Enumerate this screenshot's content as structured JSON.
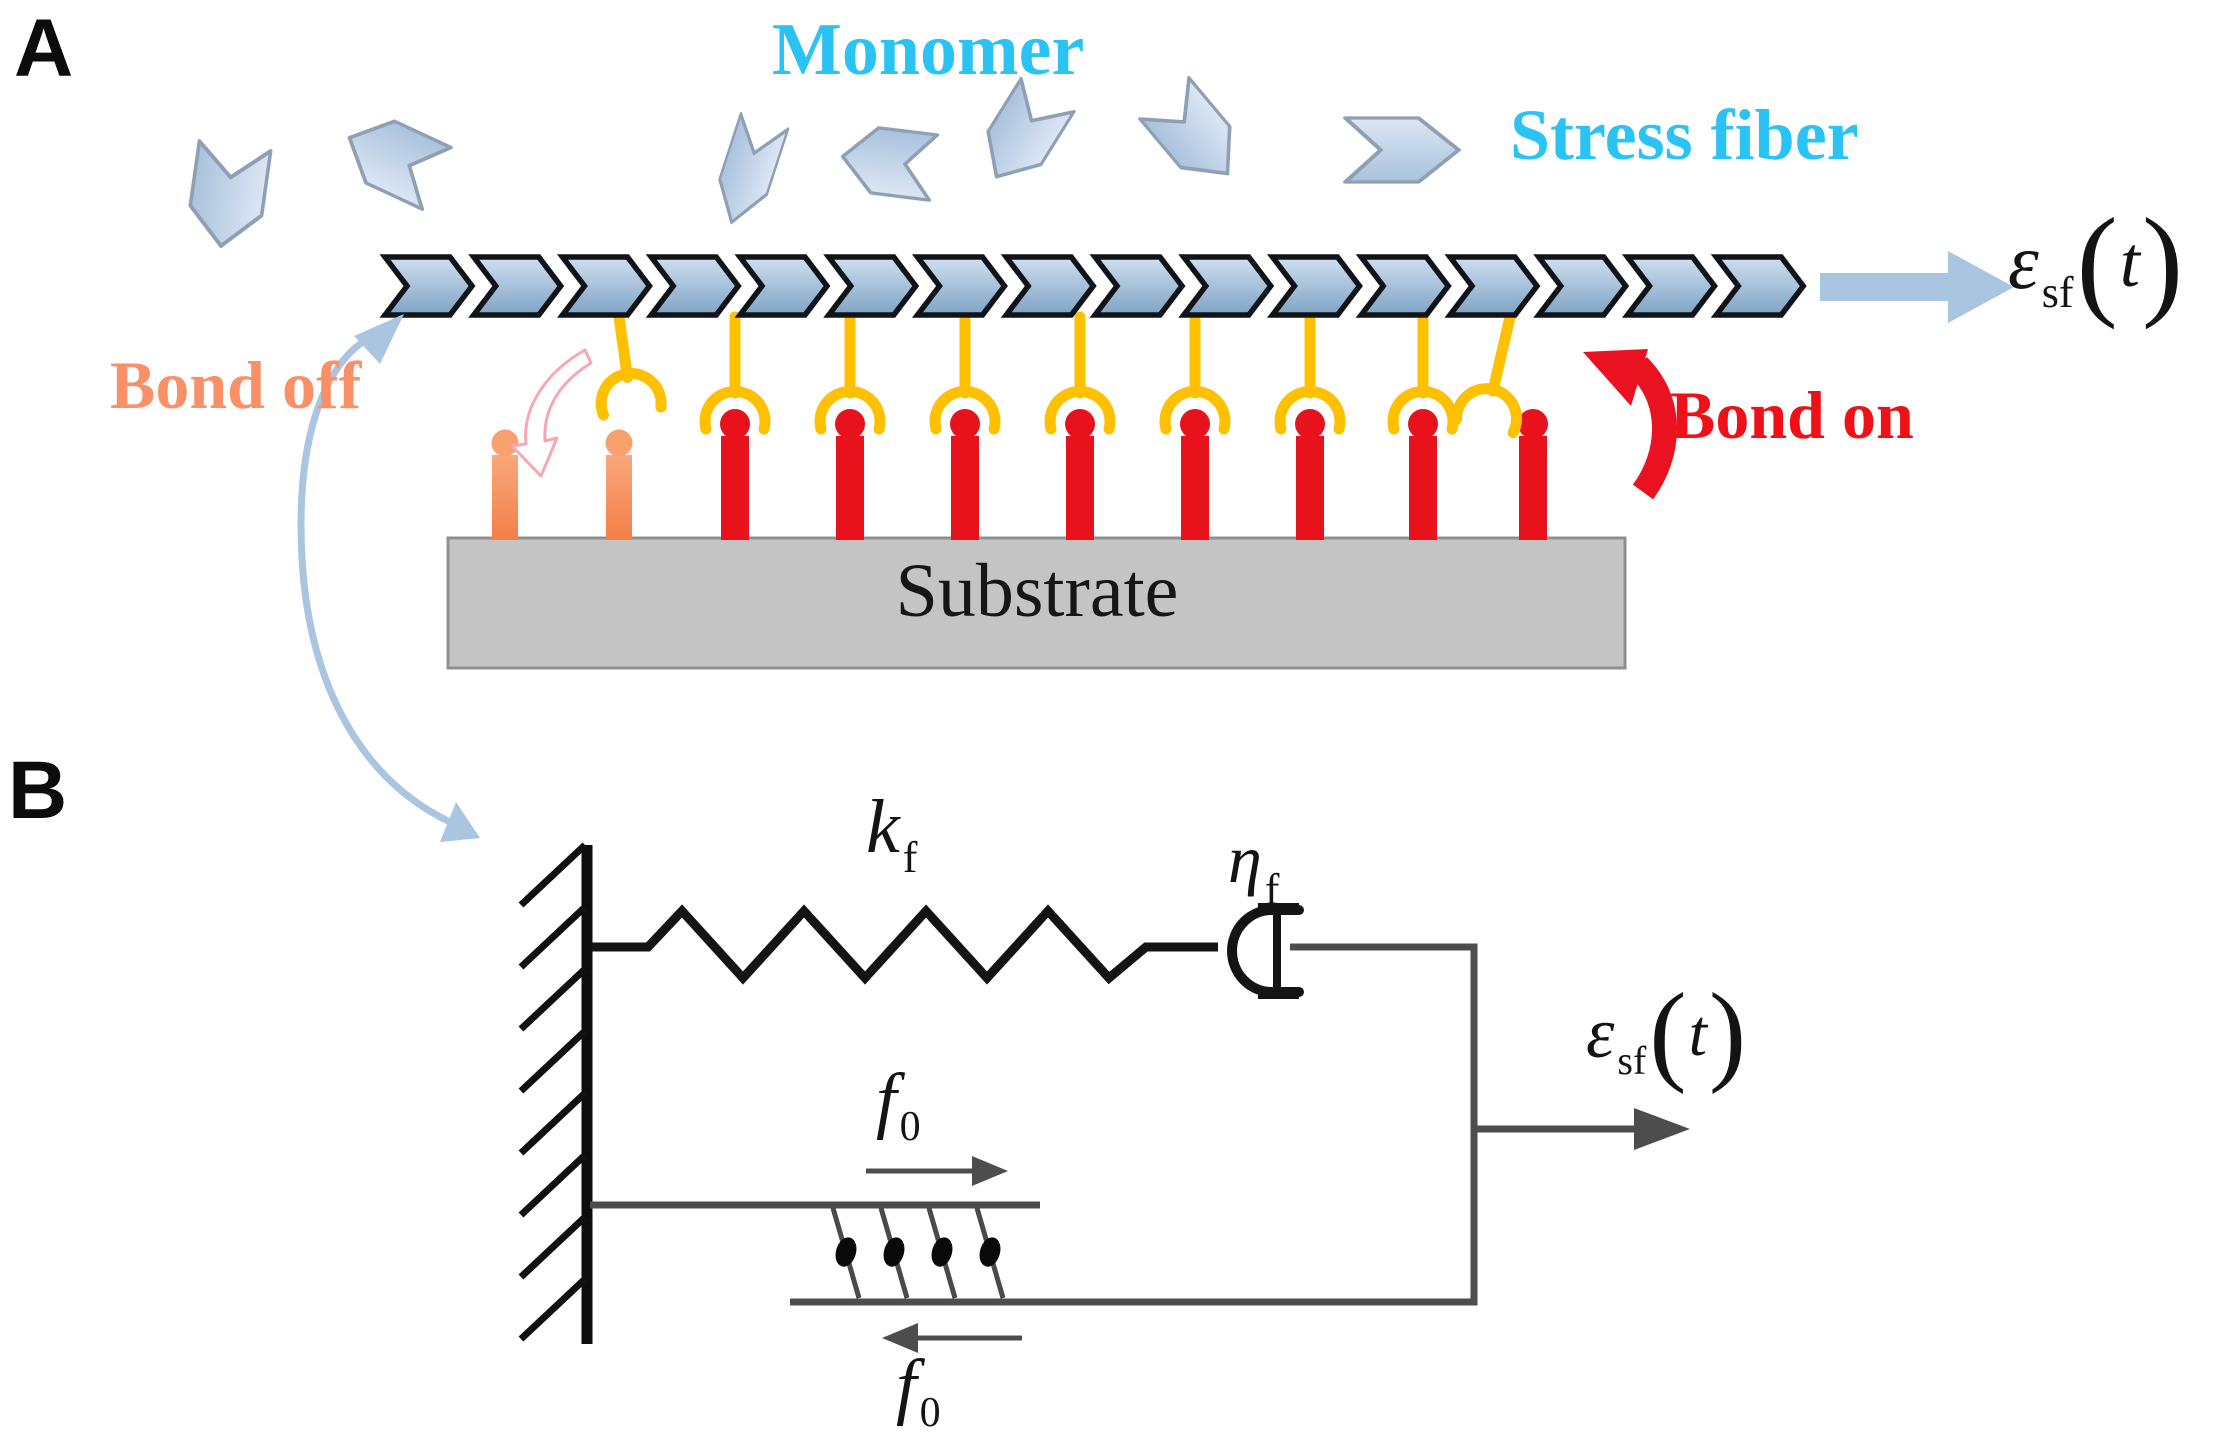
{
  "figure": {
    "panel_a_label": "A",
    "panel_b_label": "B"
  },
  "panelA": {
    "monomer_label": "Monomer",
    "stress_fiber_label": "Stress fiber",
    "bond_off_label": "Bond off",
    "bond_on_label": "Bond on",
    "substrate_label": "Substrate",
    "strain_label": {
      "symbol": "ε",
      "subscript": "sf",
      "open_paren": "(",
      "argument": "t",
      "close_paren": ")"
    },
    "monomer_count": 7,
    "bound_bond_count": 8,
    "unbound_bond_count": 2
  },
  "panelB": {
    "spring_label": {
      "symbol": "k",
      "subscript": "f"
    },
    "dashpot_label": {
      "symbol": "η",
      "subscript": "f"
    },
    "force_top_label": {
      "symbol": "f",
      "subscript": "0"
    },
    "force_bottom_label": {
      "symbol": "f",
      "subscript": "0"
    },
    "strain_label": {
      "symbol": "ε",
      "subscript": "sf",
      "open_paren": "(",
      "argument": "t",
      "close_paren": ")"
    }
  },
  "colors": {
    "cyan_text": "#2bc3f3",
    "salmon_text": "#fa9068",
    "red_text": "#ef1118",
    "pin_red": "#e8121d",
    "pin_orange": "#f6915f",
    "receptor_yellow": "#ffc000",
    "fiber_light": "#cfe0f0",
    "fiber_dark": "#7fa3c4",
    "substrate_gray": "#c4c4c4",
    "link_blue": "#a9c5e0",
    "wire_gray": "#4d4d4d"
  }
}
